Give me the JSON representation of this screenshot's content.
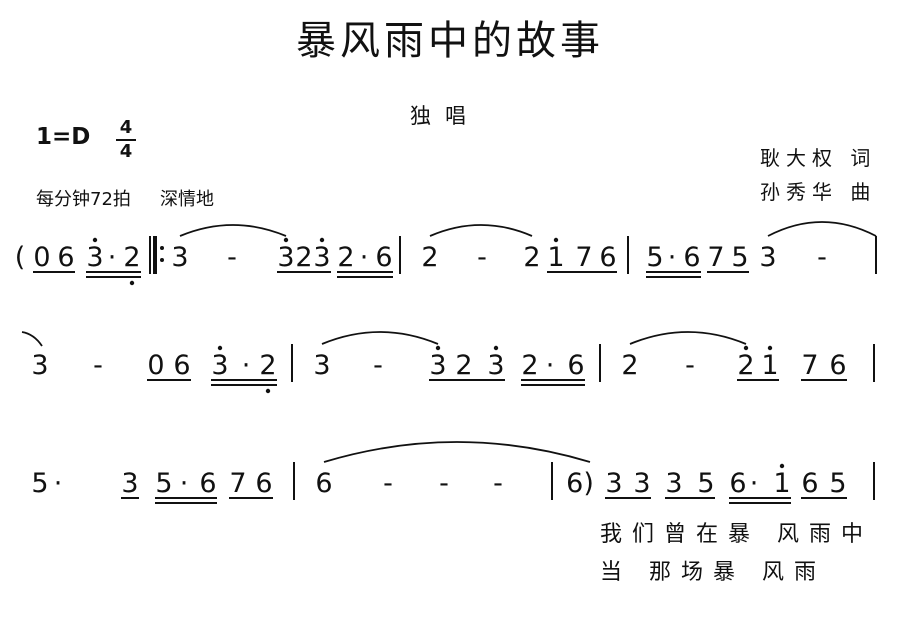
{
  "header": {
    "title": "暴风雨中的故事",
    "subtitle": "独唱",
    "key": "1=D",
    "time_top": "4",
    "time_bottom": "4",
    "tempo": "每分钟72拍",
    "mood": "深情地",
    "lyricist": "耿大权 词",
    "composer": "孙秀华 曲"
  },
  "lines": [
    {
      "tokens": [
        "(",
        "0",
        "6",
        "3",
        "·",
        "2",
        "3",
        "-",
        "3",
        "2",
        "3",
        "2",
        "·",
        "6",
        "2",
        "-",
        "2",
        "i",
        "7",
        "6",
        "5",
        "·",
        "6",
        "7",
        "5",
        "3",
        "-"
      ]
    },
    {
      "tokens": [
        "3",
        "-",
        "0",
        "6",
        "3",
        "·",
        "2",
        "3",
        "-",
        "3",
        "2",
        "3",
        "2",
        "·",
        "6",
        "2",
        "-",
        "2",
        "i",
        "7",
        "6"
      ]
    },
    {
      "tokens": [
        "5",
        "·",
        "3",
        "5",
        "·",
        "6",
        "7",
        "6",
        "6",
        "-",
        "-",
        "-",
        "6)",
        "3",
        "3",
        "3",
        "5",
        "6",
        "·",
        "i",
        "6",
        "5"
      ]
    }
  ],
  "lyrics": {
    "verse1": "我们曾在暴 风雨中",
    "verse2": "当 那场暴 风雨"
  }
}
